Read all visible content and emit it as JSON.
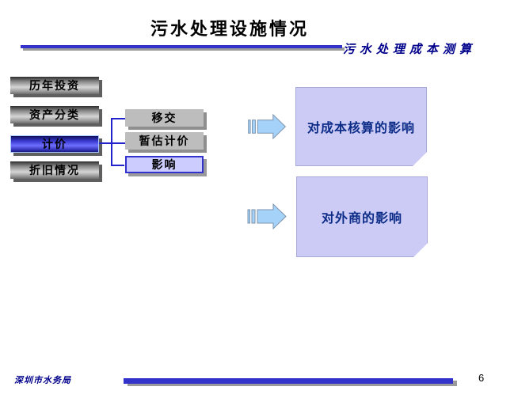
{
  "slide": {
    "title": "污水处理设施情况",
    "header_tag": "污水处理成本测算",
    "footer_org": "深圳市水务局",
    "page_number": "6"
  },
  "left_menu": {
    "items": [
      {
        "label": "历年投资",
        "active": false
      },
      {
        "label": "资产分类",
        "active": false
      },
      {
        "label": "计价",
        "active": true
      },
      {
        "label": "折旧情况",
        "active": false
      }
    ]
  },
  "sub_menu": {
    "items": [
      {
        "label": "移交",
        "highlighted": false
      },
      {
        "label": "暂估计价",
        "highlighted": false
      },
      {
        "label": "影响",
        "highlighted": true
      }
    ]
  },
  "impact_boxes": [
    {
      "label": "对成本核算的影响"
    },
    {
      "label": "对外商的影响"
    }
  ],
  "icons": {
    "arrow_1": "striped-right-arrow",
    "arrow_2": "striped-right-arrow"
  },
  "colors": {
    "accent_blue": "#3333cc",
    "navy_text": "#00008b",
    "active_button_blue": "#4d4dff",
    "sub_highlight_fill": "#ccccff",
    "note_box_fill": "#cbcbf6",
    "arrow_fill": "#a5d2f8",
    "button_gray": "#bdbdbd"
  }
}
